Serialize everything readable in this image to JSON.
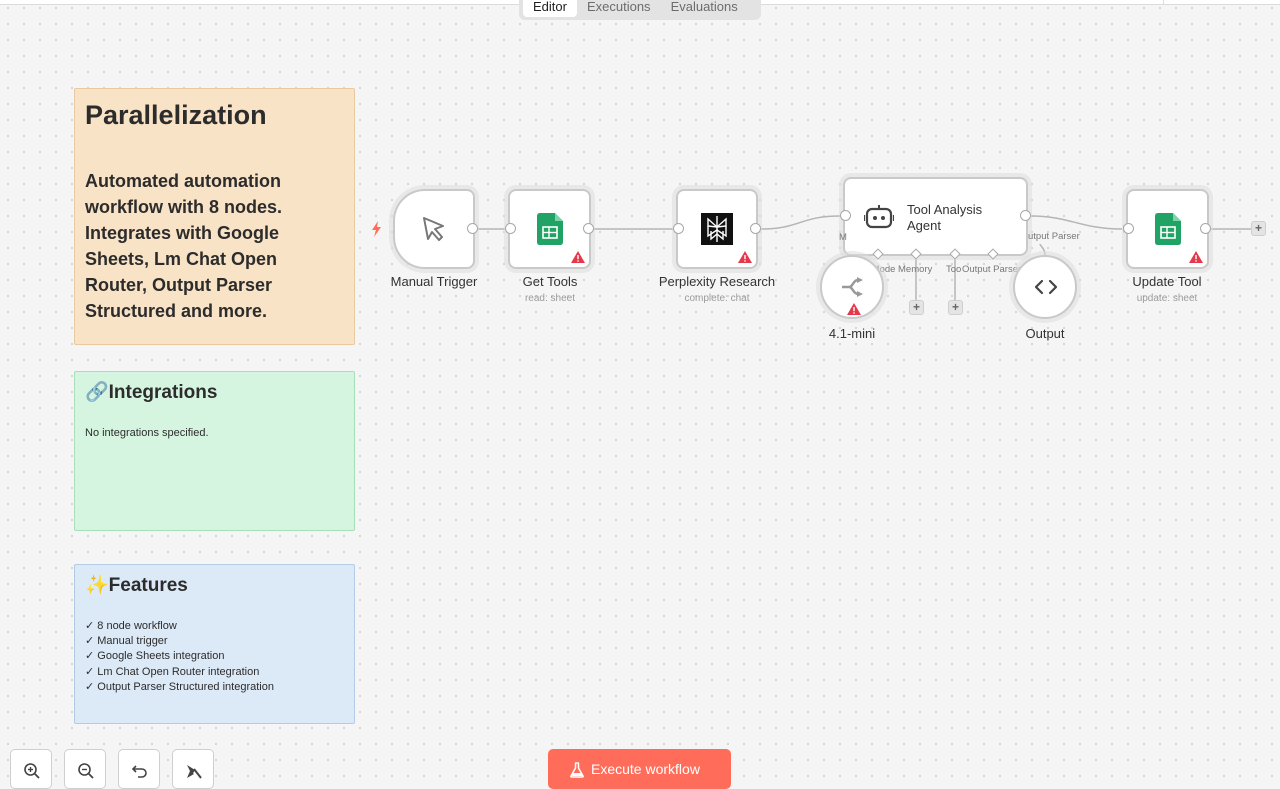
{
  "tabs": [
    {
      "label": "Editor",
      "active": true
    },
    {
      "label": "Executions",
      "active": false
    },
    {
      "label": "Evaluations",
      "active": false
    }
  ],
  "notes": {
    "overview": {
      "title": "Parallelization",
      "description": "Automated automation workflow with 8 nodes. Integrates with Google Sheets, Lm Chat Open Router, Output Parser Structured and more.",
      "color": "#f9e3c6"
    },
    "integrations": {
      "title": "🔗Integrations",
      "body": "No integrations specified.",
      "color": "#d6f5e0"
    },
    "features": {
      "title": "✨Features",
      "items": [
        "✓ 8 node workflow",
        "✓ Manual trigger",
        "✓ Google Sheets integration",
        "✓ Lm Chat Open Router integration",
        "✓ Output Parser Structured integration"
      ],
      "color": "#dce9f7"
    }
  },
  "nodes": {
    "manual_trigger": {
      "name": "Manual Trigger",
      "icon": "cursor-pointer-icon"
    },
    "get_tools": {
      "name": "Get Tools",
      "subtitle": "read: sheet",
      "icon": "google-sheets-icon",
      "warning": true
    },
    "perplexity": {
      "name": "Perplexity Research",
      "subtitle": "complete: chat",
      "icon": "perplexity-icon",
      "warning": true
    },
    "agent": {
      "name_line1": "Tool Analysis",
      "name_line2": "Agent",
      "icon": "robot-icon",
      "left_port_label": "M",
      "right_port_label": "utput Parser",
      "sub_ports": [
        "Chat Mode",
        "Memory",
        "Too",
        "Output Parser"
      ]
    },
    "chat_model": {
      "name": "4.1-mini",
      "icon": "openrouter-icon",
      "warning": true
    },
    "output_parser": {
      "name": "Output",
      "icon": "code-brackets-icon"
    },
    "update_tool": {
      "name": "Update Tool",
      "subtitle": "update: sheet",
      "icon": "google-sheets-icon",
      "warning": true
    }
  },
  "canvas_controls": {
    "zoom_in": "zoom-in-icon",
    "zoom_out": "zoom-out-icon",
    "reset": "undo-icon",
    "tidy": "broom-icon"
  },
  "execute_button": {
    "label": "Execute workflow",
    "icon": "flask-icon",
    "color": "#ff6d5a"
  },
  "colors": {
    "accent": "#ff6d5a",
    "sheets_green": "#21a366",
    "warning_red": "#e5394b"
  }
}
